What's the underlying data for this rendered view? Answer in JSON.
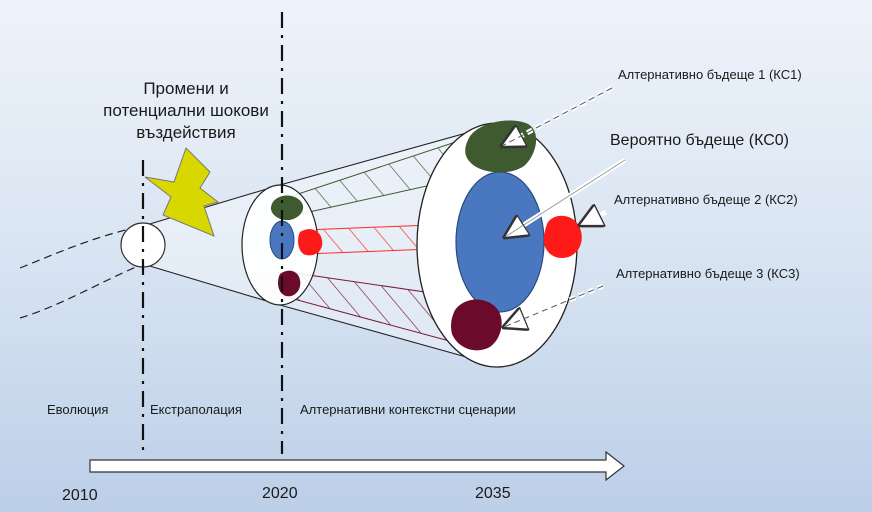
{
  "shocks_label": "Промени и\nпотенциални шокови\nвъздействия",
  "futures": {
    "alt1": "Алтернативно бъдеще 1 (КС1)",
    "probable": "Вероятно бъдеще (КС0)",
    "alt2": "Алтернативно бъдеще 2 (КС2)",
    "alt3": "Алтернативно бъдеще 3 (КС3)"
  },
  "phases": {
    "evolution": "Еволюция",
    "extrapolation": "Екстраполация",
    "scenarios": "Алтернативни контекстни сценарии"
  },
  "years": {
    "y2010": "2010",
    "y2020": "2020",
    "y2035": "2035"
  },
  "colors": {
    "kc0": "#4a78c0",
    "kc1": "#3e5a2e",
    "kc2": "#ff1a1a",
    "kc3": "#6b0a2a",
    "shock": "#d8d800"
  },
  "icons": {
    "shock": "lightning-bolt-icon"
  }
}
